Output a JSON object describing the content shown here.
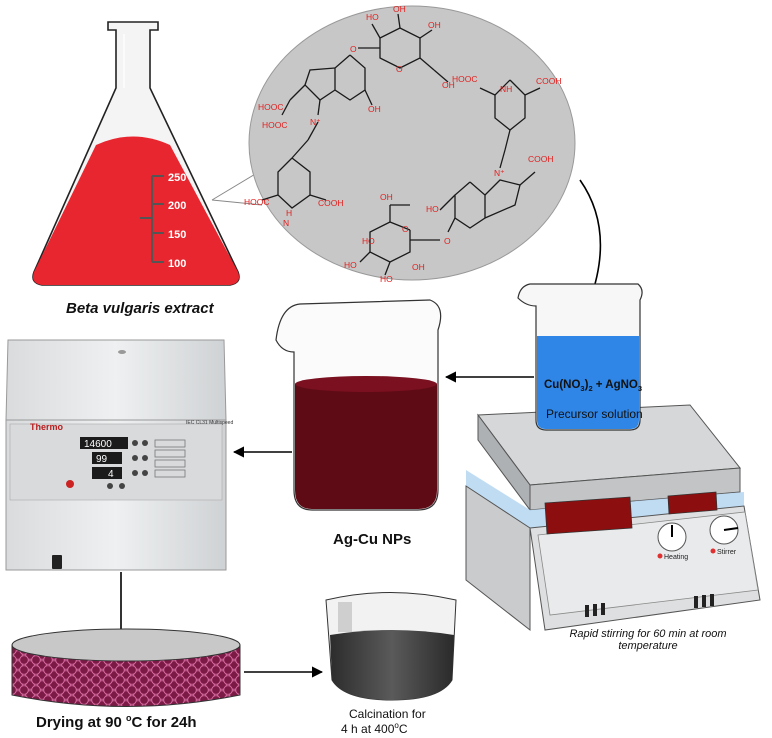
{
  "flask": {
    "scale_marks": [
      "250",
      "200",
      "150",
      "100"
    ],
    "caption": "Beta vulgaris extract",
    "liquid_color": "#e8262f"
  },
  "molecule": {
    "atoms": {
      "ho": "HO",
      "oh": "OH",
      "o": "O",
      "cooh": "COOH",
      "hooc": "HOOC",
      "h": "H",
      "n": "N",
      "nplus": "N⁺",
      "nh": "NH"
    },
    "bubble_color": "#c7c7c7",
    "bond_color": "#1a1a1a",
    "hetero_color": "#e0201f"
  },
  "precursor": {
    "formula_main": "Cu(NO",
    "formula_sub1": "3",
    "formula_mid": ")",
    "formula_sub2": "2",
    "formula_tail": " + AgNO",
    "formula_sub3": "3",
    "label": "Precursor solution",
    "liquid_color": "#2f86e6"
  },
  "stirrer": {
    "knob1_label": "Heating",
    "knob2_label": "Stirrer",
    "caption": "Rapid stirring for 60 min at room temperature"
  },
  "agcu": {
    "caption": "Ag-Cu NPs",
    "liquid_color": "#5e0b15"
  },
  "centrifuge": {
    "brand": "Thermo",
    "model": "IEC CL31 Multispeed",
    "display1": "14600",
    "display2": "99",
    "display3": "4"
  },
  "drying": {
    "caption": "Drying at 90 °C for 24h",
    "label_prefix": "Drying at 90 ",
    "label_deg": "o",
    "label_suffix": "C for 24h"
  },
  "calcination": {
    "line1": "Calcination for",
    "line2_prefix": "4 h at 400",
    "line2_deg": "o",
    "line2_suffix": "C"
  }
}
